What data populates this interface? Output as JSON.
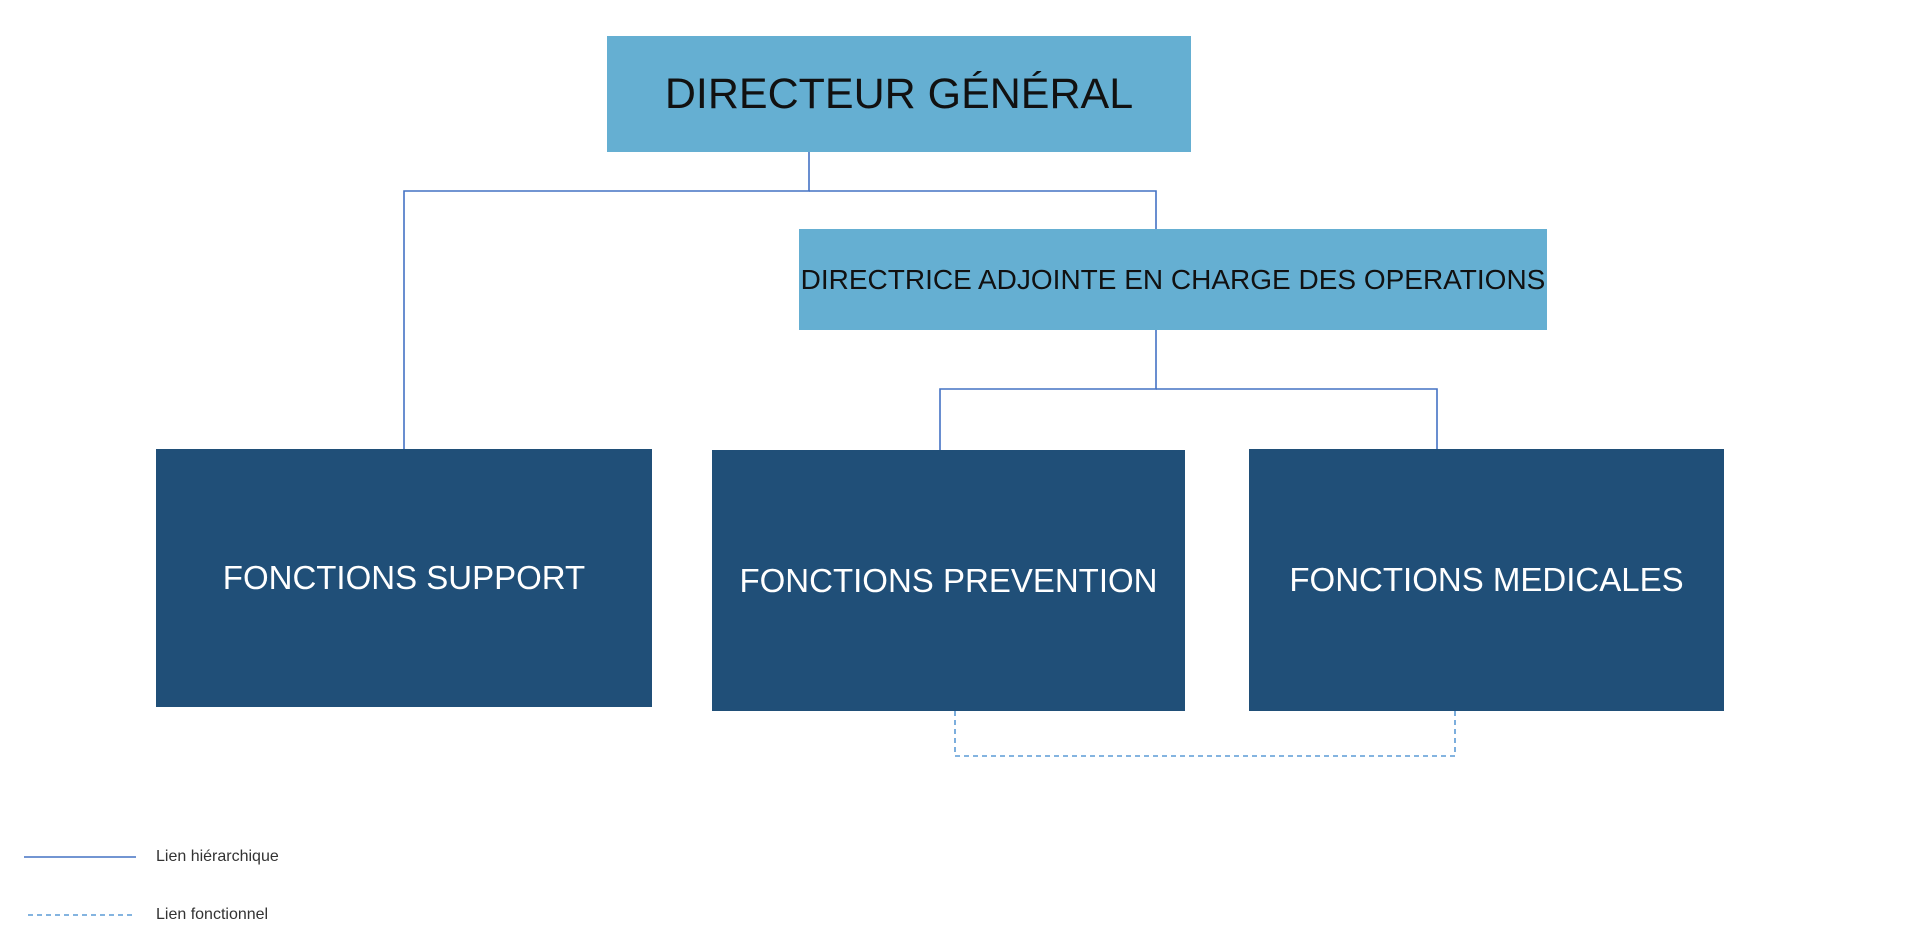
{
  "nodes": {
    "directeur_general": "DIRECTEUR GÉNÉRAL",
    "directrice_adjointe": "DIRECTRICE ADJOINTE EN CHARGE DES OPERATIONS",
    "fonctions_support": "FONCTIONS SUPPORT",
    "fonctions_prevention": "FONCTIONS PREVENTION",
    "fonctions_medicales": "FONCTIONS MEDICALES"
  },
  "links": [
    {
      "from": "directeur_general",
      "to": "fonctions_support",
      "kind": "hierarchique"
    },
    {
      "from": "directeur_general",
      "to": "directrice_adjointe",
      "kind": "hierarchique"
    },
    {
      "from": "directrice_adjointe",
      "to": "fonctions_prevention",
      "kind": "hierarchique"
    },
    {
      "from": "directrice_adjointe",
      "to": "fonctions_medicales",
      "kind": "hierarchique"
    },
    {
      "from": "fonctions_prevention",
      "to": "fonctions_medicales",
      "kind": "fonctionnel"
    }
  ],
  "legend": {
    "hierarchique": "Lien hiérarchique",
    "fonctionnel": "Lien fonctionnel"
  },
  "colors": {
    "light_box": "#65afd2",
    "dark_box": "#204f78",
    "line": "#4472c4",
    "dashed_line": "#5b9bd5"
  }
}
